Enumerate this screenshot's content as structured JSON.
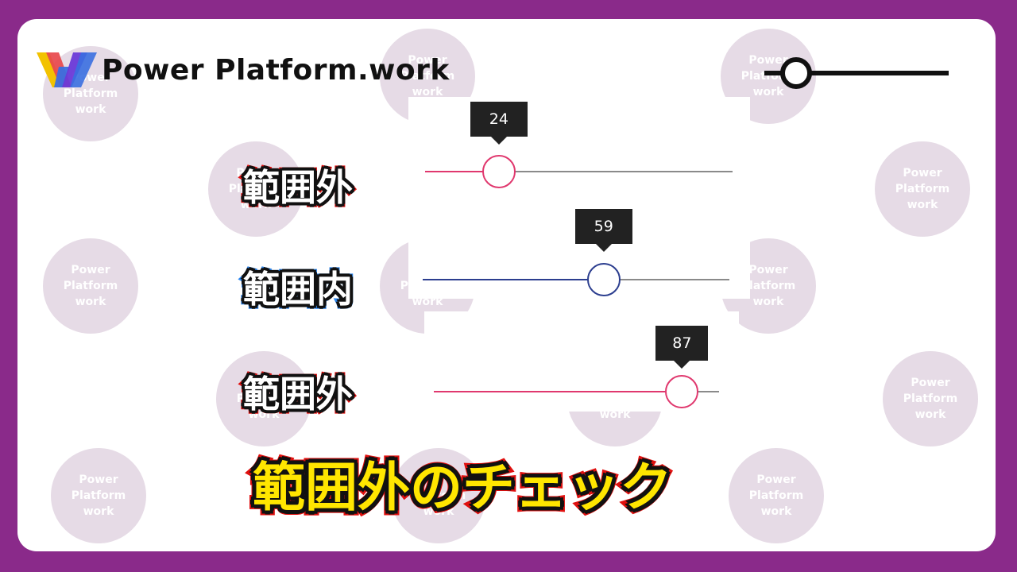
{
  "brand": {
    "name": "Power Platform.work",
    "logo_colors": [
      "#f2c200",
      "#e8484c",
      "#3a6fe0",
      "#6a3ad8"
    ]
  },
  "watermark": {
    "text": "Power\nPlatform\nwork"
  },
  "colors": {
    "frame": "#8a2a8a",
    "out_of_range": "#e0386e",
    "in_range": "#2c3e8f",
    "track_rest": "#8a8a8a",
    "label_red": "#e0100f",
    "label_blue": "#2a86f0",
    "headline_fill": "#ffe600"
  },
  "sliders": [
    {
      "label": "範囲外",
      "status": "out-of-range",
      "value": 24,
      "value_text": "24"
    },
    {
      "label": "範囲内",
      "status": "in-range",
      "value": 59,
      "value_text": "59"
    },
    {
      "label": "範囲外",
      "status": "out-of-range",
      "value": 87,
      "value_text": "87"
    }
  ],
  "headline": "範囲外のチェック"
}
